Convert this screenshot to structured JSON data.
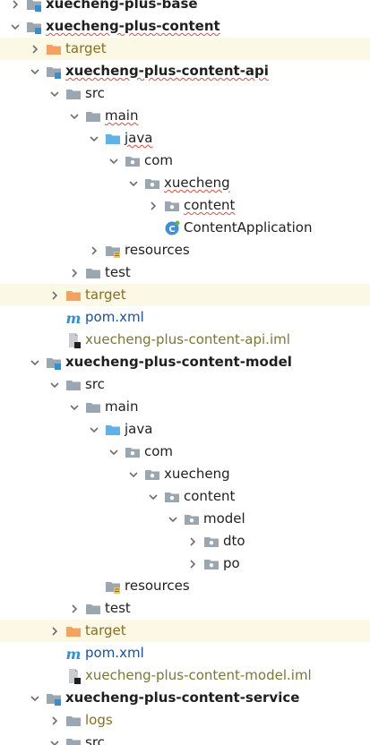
{
  "tree": {
    "rows": [
      {
        "label": "xuecheng-plus-base",
        "depth": 0,
        "arrow": "right",
        "icon": "module-folder-icon",
        "style": "bold"
      },
      {
        "label": "xuecheng-plus-content",
        "depth": 0,
        "arrow": "down",
        "icon": "module-folder-icon",
        "style": "bold",
        "squiggle": true
      },
      {
        "label": "target",
        "depth": 1,
        "arrow": "right",
        "icon": "excluded-folder-icon",
        "style": "excluded",
        "highlight": true
      },
      {
        "label": "xuecheng-plus-content-api",
        "depth": 1,
        "arrow": "down",
        "icon": "module-folder-icon",
        "style": "bold",
        "squiggle": true
      },
      {
        "label": "src",
        "depth": 2,
        "arrow": "down",
        "icon": "folder-icon"
      },
      {
        "label": "main",
        "depth": 3,
        "arrow": "down",
        "icon": "folder-icon",
        "squiggle": true
      },
      {
        "label": "java",
        "depth": 4,
        "arrow": "down",
        "icon": "source-folder-icon",
        "squiggle": true
      },
      {
        "label": "com",
        "depth": 5,
        "arrow": "down",
        "icon": "package-icon"
      },
      {
        "label": "xuecheng",
        "depth": 6,
        "arrow": "down",
        "icon": "package-icon",
        "squiggle": true
      },
      {
        "label": "content",
        "depth": 7,
        "arrow": "right",
        "icon": "package-icon",
        "squiggle": true
      },
      {
        "label": "ContentApplication",
        "depth": 7,
        "arrow": "none",
        "icon": "spring-class-icon"
      },
      {
        "label": "resources",
        "depth": 4,
        "arrow": "right",
        "icon": "resources-folder-icon"
      },
      {
        "label": "test",
        "depth": 3,
        "arrow": "right",
        "icon": "folder-icon"
      },
      {
        "label": "target",
        "depth": 2,
        "arrow": "right",
        "icon": "excluded-folder-icon",
        "style": "excluded",
        "highlight": true
      },
      {
        "label": "pom.xml",
        "depth": 2,
        "arrow": "none",
        "icon": "maven-icon",
        "style": "mvn"
      },
      {
        "label": "xuecheng-plus-content-api.iml",
        "depth": 2,
        "arrow": "none",
        "icon": "iml-file-icon",
        "style": "iml"
      },
      {
        "label": "xuecheng-plus-content-model",
        "depth": 1,
        "arrow": "down",
        "icon": "module-folder-icon",
        "style": "bold"
      },
      {
        "label": "src",
        "depth": 2,
        "arrow": "down",
        "icon": "folder-icon"
      },
      {
        "label": "main",
        "depth": 3,
        "arrow": "down",
        "icon": "folder-icon"
      },
      {
        "label": "java",
        "depth": 4,
        "arrow": "down",
        "icon": "source-folder-icon"
      },
      {
        "label": "com",
        "depth": 5,
        "arrow": "down",
        "icon": "package-icon"
      },
      {
        "label": "xuecheng",
        "depth": 6,
        "arrow": "down",
        "icon": "package-icon"
      },
      {
        "label": "content",
        "depth": 7,
        "arrow": "down",
        "icon": "package-icon"
      },
      {
        "label": "model",
        "depth": 8,
        "arrow": "down",
        "icon": "package-icon"
      },
      {
        "label": "dto",
        "depth": 9,
        "arrow": "right",
        "icon": "package-icon"
      },
      {
        "label": "po",
        "depth": 9,
        "arrow": "right",
        "icon": "package-icon"
      },
      {
        "label": "resources",
        "depth": 4,
        "arrow": "none",
        "icon": "resources-folder-icon"
      },
      {
        "label": "test",
        "depth": 3,
        "arrow": "right",
        "icon": "folder-icon"
      },
      {
        "label": "target",
        "depth": 2,
        "arrow": "right",
        "icon": "excluded-folder-icon",
        "style": "excluded",
        "highlight": true
      },
      {
        "label": "pom.xml",
        "depth": 2,
        "arrow": "none",
        "icon": "maven-icon",
        "style": "mvn"
      },
      {
        "label": "xuecheng-plus-content-model.iml",
        "depth": 2,
        "arrow": "none",
        "icon": "iml-file-icon",
        "style": "iml"
      },
      {
        "label": "xuecheng-plus-content-service",
        "depth": 1,
        "arrow": "down",
        "icon": "module-folder-icon",
        "style": "bold"
      },
      {
        "label": "logs",
        "depth": 2,
        "arrow": "right",
        "icon": "folder-icon",
        "style": "excluded"
      },
      {
        "label": "src",
        "depth": 2,
        "arrow": "down",
        "icon": "folder-icon"
      }
    ]
  },
  "colors": {
    "folder": "#9aa7b0",
    "excluded_folder": "#f4a261",
    "source_folder": "#5fb2e6",
    "highlight_row": "#fbf9e5",
    "module_badge": "#2f8fd8",
    "squiggle": "#e8483a",
    "maven_text": "#1b4fa0",
    "iml_text": "#787834"
  }
}
